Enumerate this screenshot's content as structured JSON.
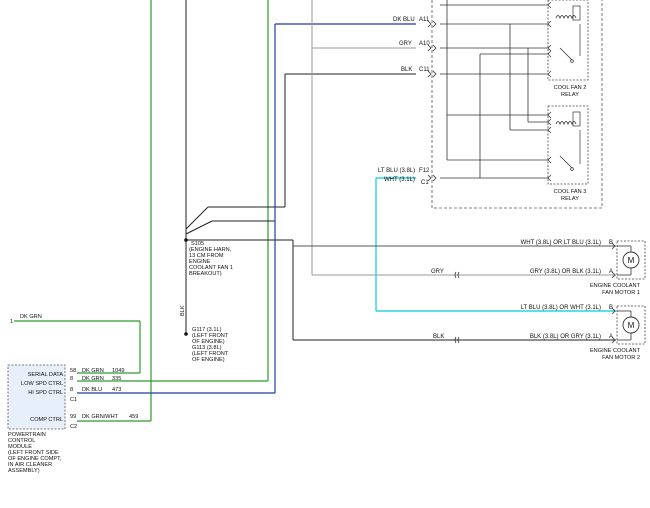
{
  "wire_labels": {
    "top_dk_blu": "DK BLU",
    "top_gry": "GRY",
    "top_blk": "BLK",
    "lt_blu_38": "LT BLU (3.8L)",
    "wht_31": "WHT (3.1L)",
    "wht_or_lt_blu": "WHT (3.8L) OR LT BLU (3.1L)",
    "gry_mid": "GRY",
    "gry_or_blk": "GRY (3.8L) OR BLK (3.1L)",
    "lt_blu_or_wht": "LT BLU (3.8L) OR WHT (3.1L)",
    "blk_mid": "BLK",
    "blk_or_gry": "BLK (3.8L) OR GRY (3.1L)",
    "dk_grn_left": "DK GRN",
    "blk_vertical": "BLK"
  },
  "connector_pins": {
    "a11": "A11",
    "a10": "A10",
    "c11": "C11",
    "f12": "F12",
    "c1_top": "C1",
    "b1": "B",
    "a1": "A",
    "b2": "B",
    "a2": "A",
    "pin_1": "1"
  },
  "relays": {
    "fan2_line1": "COOL FAN 2",
    "fan2_line2": "RELAY",
    "fan3_line1": "COOL FAN 3",
    "fan3_line2": "RELAY"
  },
  "motors": {
    "motor_symbol": "M",
    "motor1_line1": "ENGINE COOLANT",
    "motor1_line2": "FAN MOTOR 1",
    "motor2_line1": "ENGINE COOLANT",
    "motor2_line2": "FAN MOTOR 2"
  },
  "splice": {
    "lines": [
      "S105",
      "(ENGINE HARN,",
      "13 CM FROM",
      "ENGINE",
      "COOLANT FAN 1",
      "BREAKOUT)"
    ]
  },
  "grounds": {
    "lines": [
      "G117 (3.1L)",
      "(LEFT FRONT",
      "OF ENGINE)",
      "G113 (3.8L)",
      "(LEFT FRONT",
      "OF ENGINE)"
    ]
  },
  "pcm": {
    "rows": [
      {
        "func": "SERIAL DATA",
        "pin": "58",
        "color": "DK GRN",
        "circuit": "1049"
      },
      {
        "func": "LOW SPD CTRL",
        "pin": "8",
        "color": "DK GRN",
        "circuit": "335"
      },
      {
        "func": "HI SPD CTRL",
        "pin": "8",
        "color": "DK BLU",
        "circuit": "473"
      },
      {
        "func": "COMP CTRL",
        "pin": "99",
        "color": "DK GRN/WHT",
        "circuit": "459"
      }
    ],
    "c1": "C1",
    "c2": "C2",
    "name_lines": [
      "POWERTRAIN",
      "CONTROL",
      "MODULE",
      "(LEFT FRONT SIDE",
      "OF ENGINE COMPT,",
      "IN AIR CLEANER",
      "ASSEMBLY)"
    ]
  }
}
